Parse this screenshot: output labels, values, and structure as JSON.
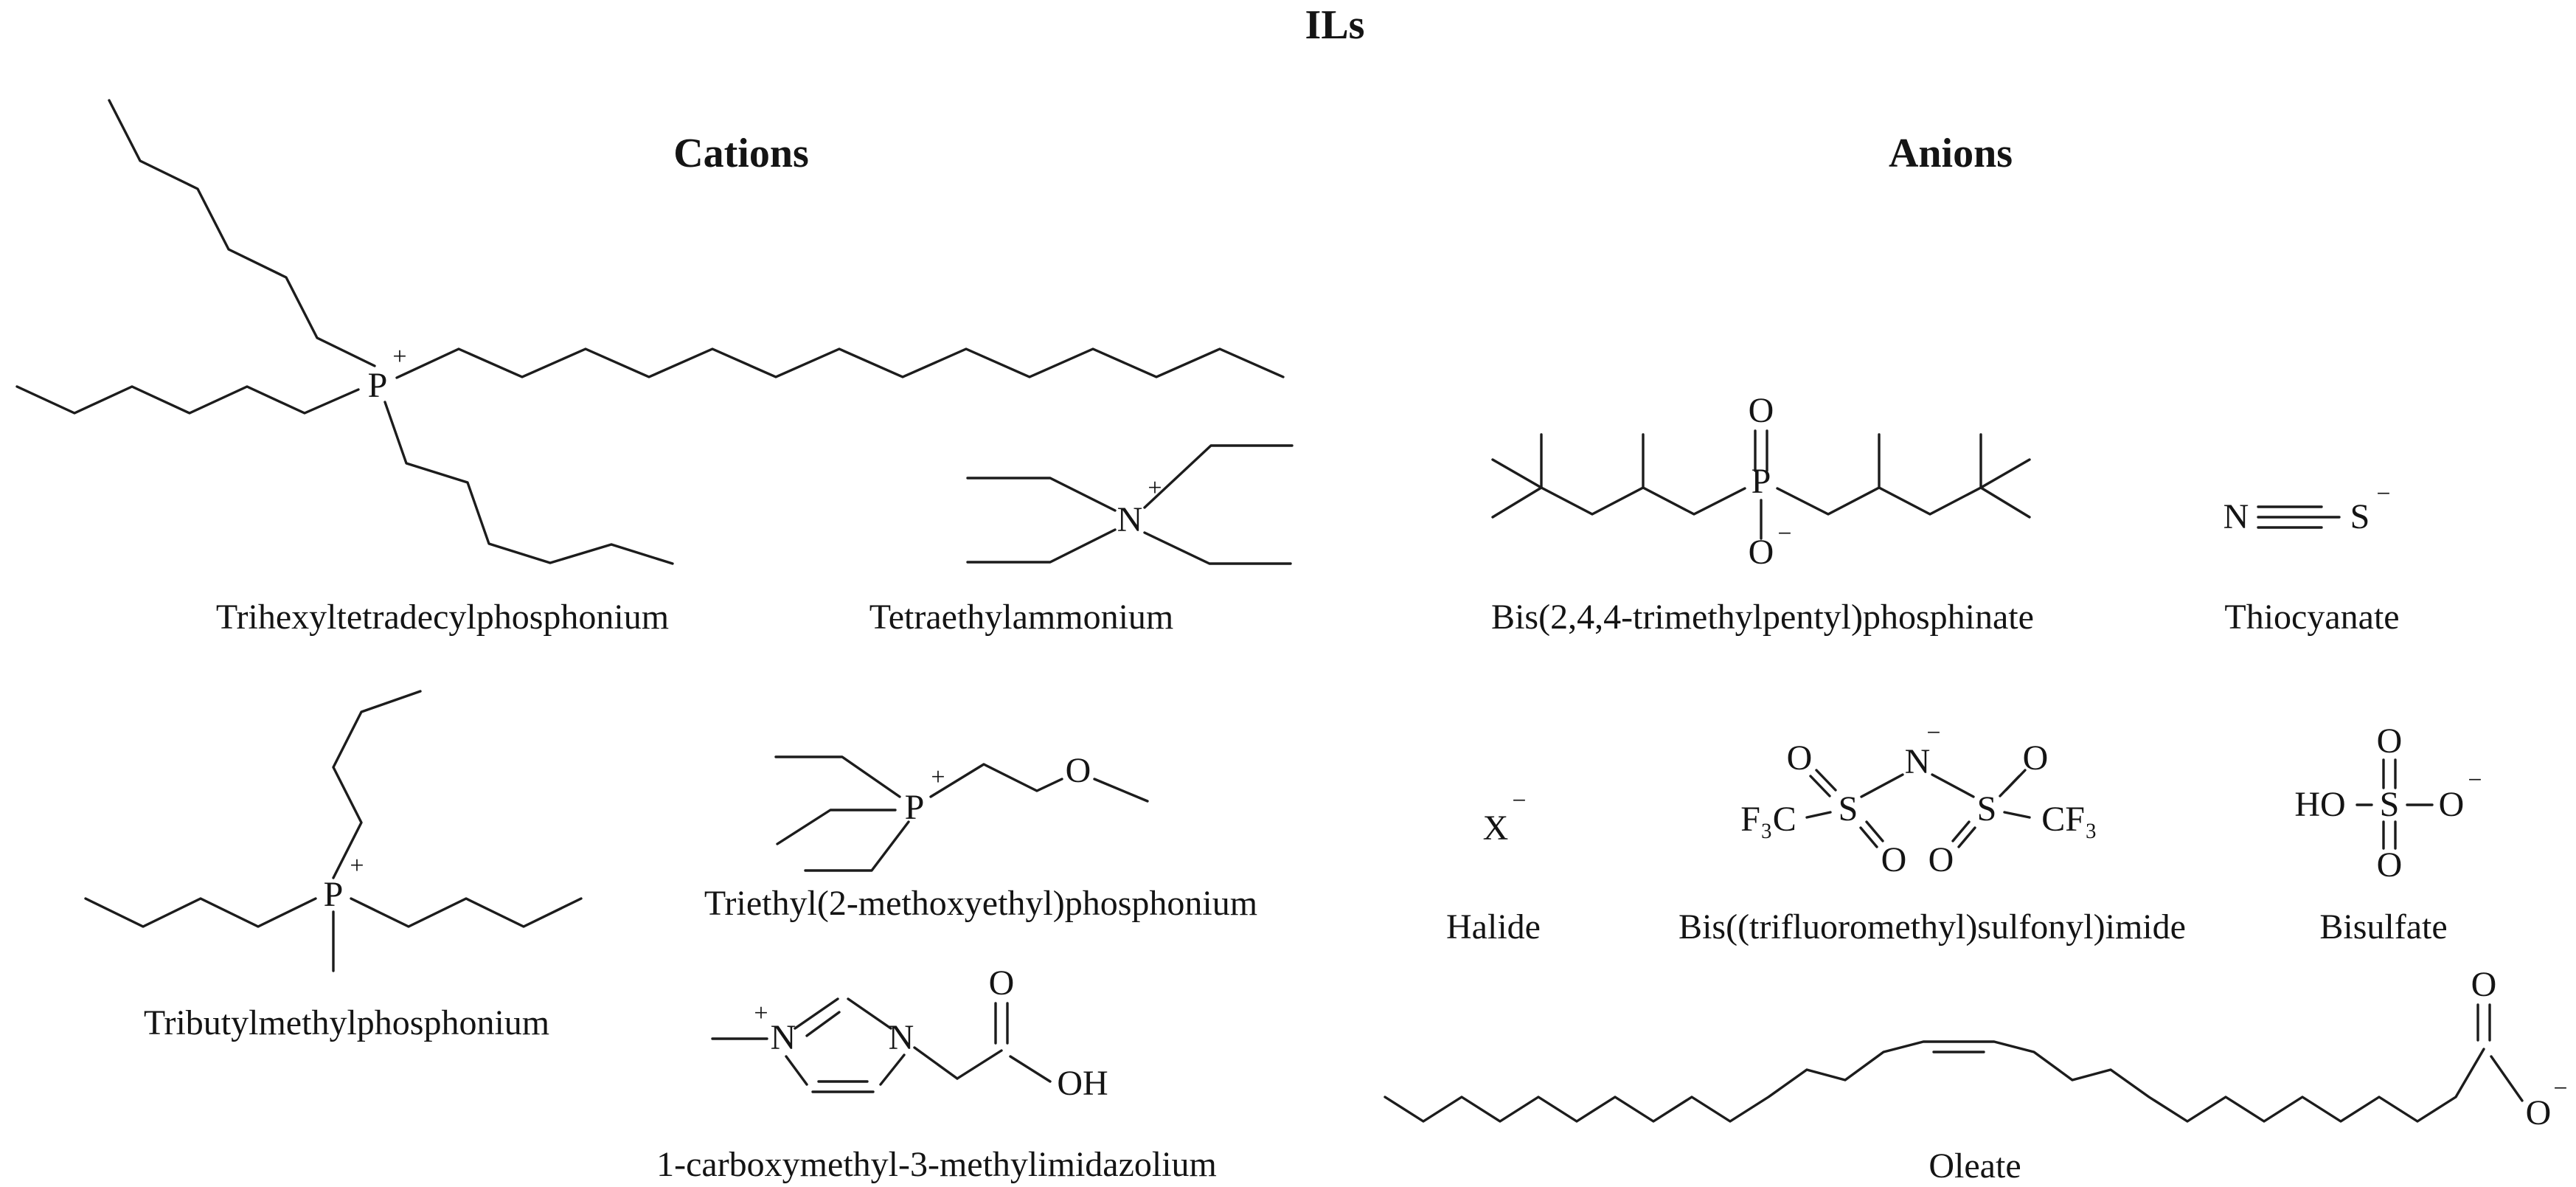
{
  "title": "ILs",
  "sections": {
    "cations": {
      "label": "Cations",
      "color": "#cc0000"
    },
    "anions": {
      "label": "Anions",
      "color": "#0000cc"
    }
  },
  "cations": {
    "trihexyltetradecylphosphonium": "Trihexyltetradecylphosphonium",
    "tetraethylammonium": "Tetraethylammonium",
    "tributylmethylphosphonium": "Tributylmethylphosphonium",
    "triethyl_2_methoxyethyl_phosphonium": "Triethyl(2-methoxyethyl)phosphonium",
    "carboxymethyl_methylimidazolium": "1-carboxymethyl-3-methylimidazolium"
  },
  "anions": {
    "bis_trimethylpentyl_phosphinate": "Bis(2,4,4-trimethylpentyl)phosphinate",
    "thiocyanate": "Thiocyanate",
    "halide": "Halide",
    "bis_trifluoromethyl_sulfonyl_imide": "Bis((trifluoromethyl)sulfonyl)imide",
    "bisulfate": "Bisulfate",
    "oleate": "Oleate"
  },
  "atoms": {
    "P": "P",
    "N": "N",
    "O": "O",
    "S": "S",
    "X": "X",
    "OH": "OH",
    "HO": "HO",
    "F3C": "F₃C",
    "CF3": "CF₃",
    "plus": "+",
    "minus": "−"
  }
}
